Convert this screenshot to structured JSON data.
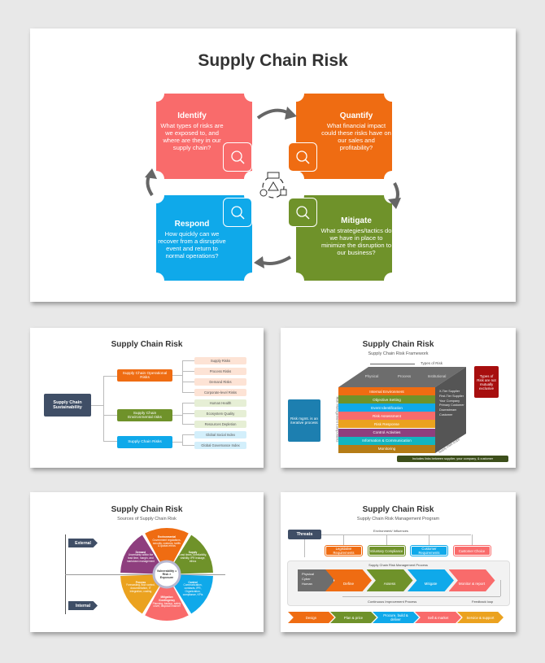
{
  "colors": {
    "pink": "#f96b6b",
    "orange": "#ef6c12",
    "blue": "#0fa9ea",
    "green": "#6f922a",
    "navy": "#3f4e66",
    "yellow": "#eba21f",
    "purple": "#8e3e7e",
    "teal": "#12b5c0",
    "brown": "#b57c16",
    "darkred": "#a70e0e",
    "olive": "#3d4f1b"
  },
  "slide1": {
    "title": "Supply Chain Risk",
    "quadrants": [
      {
        "title": "Identify",
        "text": "What types of risks are we exposed to, and where are they in our supply chain?",
        "icon": "magnifier-warning-icon"
      },
      {
        "title": "Quantify",
        "text": "What financial impact could these risks have on our sales and profitability?",
        "icon": "chart-magnifier-icon"
      },
      {
        "title": "Respond",
        "text": "How quickly can we recover from a disruptive event and return to normal operations?",
        "icon": "chat-bubbles-icon"
      },
      {
        "title": "Mitigate",
        "text": "What strategies/tactics do we have in place to minimize the disruption to our business?",
        "icon": "umbrella-gear-icon"
      }
    ],
    "center_icon": "supply-chain-cycle-icon"
  },
  "slide2": {
    "title": "Supply Chain Risk",
    "root": "Supply Chain Sustainability",
    "branches": [
      {
        "label": "Supply Chain Operational Risks",
        "items": [
          "Supply Risks",
          "Process Risks",
          "Demand Risks",
          "Corporate-level Risks"
        ]
      },
      {
        "label": "Supply Chain Environmental risks",
        "items": [
          "Human Health",
          "Ecosystem Quality",
          "Resources Depletion"
        ]
      },
      {
        "label": "Supply Chain Risks",
        "items": [
          "Global Social Index",
          "Global Governance Index"
        ]
      }
    ]
  },
  "slide3": {
    "title": "Supply Chain Risk",
    "subtitle": "Supply Chain Risk Framework",
    "types_label": "Types of Risk",
    "types": [
      "Physical",
      "Process",
      "Institutional"
    ],
    "layers": [
      "Internal Environment",
      "Objective Setting",
      "Event Identification",
      "Risk Assessment",
      "Risk Response",
      "Control Activities",
      "Information & Communication",
      "Monitoring"
    ],
    "side_label": "Risk Management Components",
    "scope_label": "Supply chain scope",
    "scope_items": [
      "X-Tier Supplier",
      "First-Tier Supplier",
      "Your Company",
      "Primary Customer",
      "Downstream Customer"
    ],
    "note_left": "Risk mgmt. is an iterative process",
    "note_right": "Types of Risk are not mutually exclusive",
    "footer": "Includes links between supplier, your company, & customer"
  },
  "slide4": {
    "title": "Supply Chain Risk",
    "subtitle": "Sources of Supply Chain Risk",
    "external": "External",
    "internal": "Internal",
    "center": "Vulnerability = Risk × Exposure",
    "sectors": [
      {
        "title": "Environmental",
        "text": "Government regulations, security, customs, tariffs & quotas ethics"
      },
      {
        "title": "Supply",
        "text": "Lead times, unreliability, visibility, IPR leakage, ethics"
      },
      {
        "title": "Control",
        "text": "Communication, contracts, IPR, Organization, compliance, KPIs"
      },
      {
        "title": "Mitigation /Contingency",
        "text": "Planning, backup, safety cover, disposal channel"
      },
      {
        "title": "Process",
        "text": "Forecasting, flow control, documentation, IT integration, costing"
      },
      {
        "title": "Demand",
        "text": "Uncertainty within the lead time, margin, and markdown management"
      }
    ]
  },
  "slide5": {
    "title": "Supply Chain Risk",
    "subtitle": "Supply Chain Risk Management Program",
    "threats": "Threats",
    "env": "Environment/ Influences",
    "requirements": [
      "Legislative Requirements",
      "Voluntary Compliance",
      "Customer Requirements",
      "Customer Choice"
    ],
    "process_label": "Supply Chain Risk Management Process",
    "threat_types": [
      "Physical",
      "Cyber",
      "Human"
    ],
    "steps": [
      "Define",
      "Assess",
      "Mitigate",
      "Monitor & report"
    ],
    "continuous": "Continuous Improvement Process",
    "feedback": "Feedback loop",
    "stages": [
      "Design",
      "Plan & price",
      "Procure, build & deliver",
      "Sell & market",
      "Service & support"
    ]
  }
}
